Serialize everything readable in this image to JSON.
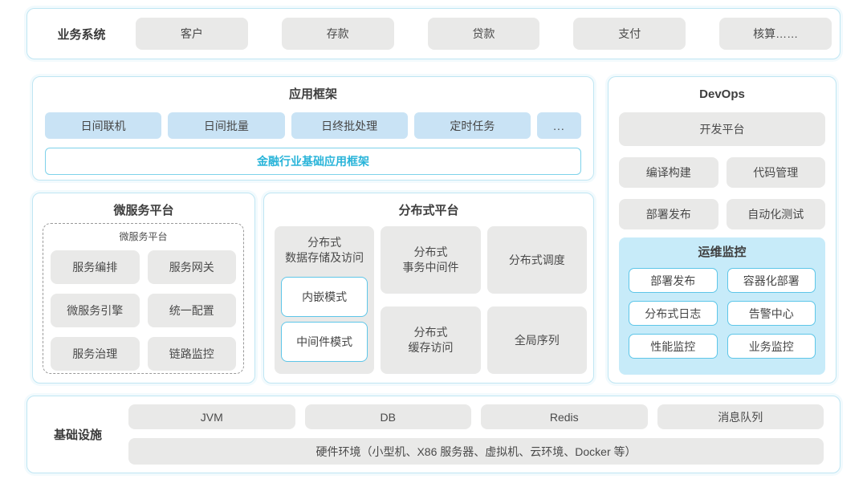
{
  "colors": {
    "card_border": "#bfe6f3",
    "box_gray": "#e9e9e8",
    "box_light_blue": "#c9e3f5",
    "ops_panel_blue": "#c7ebf9",
    "outline_blue": "#5ec6e8",
    "accent_text_cyan": "#29b4d9",
    "text_dark": "#4a4a4a"
  },
  "business_systems": {
    "label": "业务系统",
    "items": [
      "客户",
      "存款",
      "贷款",
      "支付",
      "核算……"
    ]
  },
  "app_framework": {
    "title": "应用框架",
    "modules": [
      "日间联机",
      "日间批量",
      "日终批处理",
      "定时任务",
      "..."
    ],
    "base": "金融行业基础应用框架"
  },
  "microservice": {
    "title": "微服务平台",
    "inner_title": "微服务平台",
    "items": [
      "服务编排",
      "服务网关",
      "微服务引擎",
      "统一配置",
      "服务治理",
      "链路监控"
    ]
  },
  "distributed": {
    "title": "分布式平台",
    "storage": {
      "title": "分布式\n数据存储及访问",
      "modes": [
        "内嵌模式",
        "中间件模式"
      ]
    },
    "tx_middleware": "分布式\n事务中间件",
    "scheduler": "分布式调度",
    "cache_access": "分布式\n缓存访问",
    "global_sequence": "全局序列"
  },
  "devops": {
    "title": "DevOps",
    "dev_platform": "开发平台",
    "tools": [
      "编译构建",
      "代码管理",
      "部署发布",
      "自动化测试"
    ],
    "ops": {
      "title": "运维监控",
      "items": [
        "部署发布",
        "容器化部署",
        "分布式日志",
        "告警中心",
        "性能监控",
        "业务监控"
      ]
    }
  },
  "infrastructure": {
    "label": "基础设施",
    "items": [
      "JVM",
      "DB",
      "Redis",
      "消息队列"
    ],
    "hardware": "硬件环境（小型机、X86 服务器、虚拟机、云环境、Docker 等）"
  }
}
